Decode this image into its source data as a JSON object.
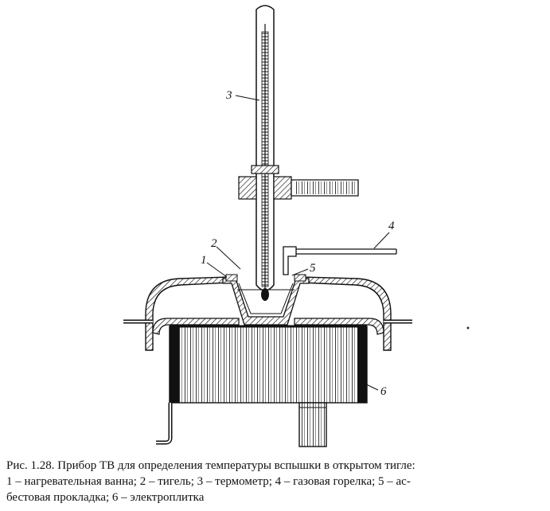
{
  "figure": {
    "labels": {
      "l1": "1",
      "l2": "2",
      "l3": "3",
      "l4": "4",
      "l5": "5",
      "l6": "6"
    }
  },
  "caption": {
    "line1": "Рис. 1.28. Прибор ТВ для определения температуры вспышки в открытом тигле:",
    "line2": "1 – нагревательная ванна; 2 – тигель; 3 – термометр; 4 – газовая горелка; 5 – ас-",
    "line3": "бестовая прокладка; 6 – электроплитка"
  }
}
